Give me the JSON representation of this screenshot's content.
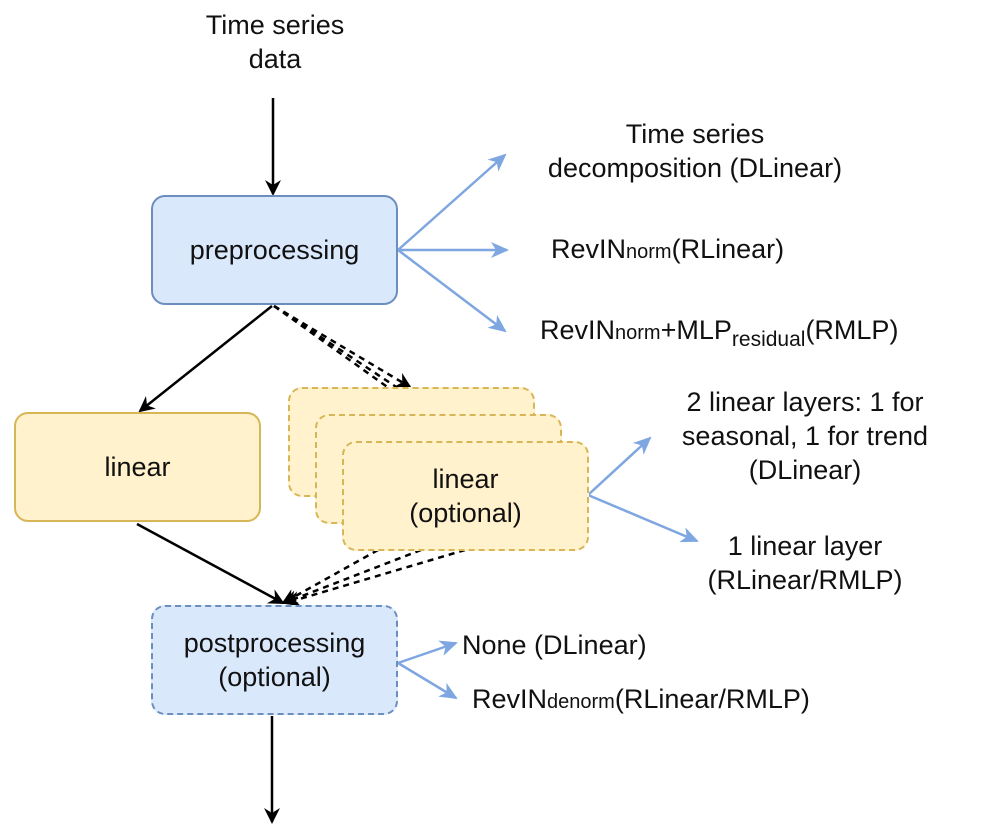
{
  "input": {
    "line1": "Time series",
    "line2": "data"
  },
  "boxes": {
    "preprocessing": "preprocessing",
    "linear": "linear",
    "linear_optional_1": "linear",
    "linear_optional_2": "(optional)",
    "postprocessing_1": "postprocessing",
    "postprocessing_2": "(optional)"
  },
  "preprocessing_options": {
    "decomp_line1": "Time series",
    "decomp_line2": "decomposition (DLinear)",
    "revin_base": "RevIN",
    "revin_sub": "norm",
    "revin_tail": "(RLinear)",
    "rmlp_base": "RevIN",
    "rmlp_sub": "norm",
    "rmlp_mid": "+MLP",
    "rmlp_sub2": "residual",
    "rmlp_tail": "(RMLP)"
  },
  "linear_options": {
    "two_line1": "2 linear layers: 1 for",
    "two_line2": "seasonal, 1 for trend",
    "two_line3": "(DLinear)",
    "one_line1": "1 linear layer",
    "one_line2": "(RLinear/RMLP)"
  },
  "postprocessing_options": {
    "none": "None (DLinear)",
    "revin_base": "RevIN",
    "revin_sub": "denorm",
    "revin_tail": "(RLinear/RMLP)"
  },
  "colors": {
    "blue_fill": "#dae8fc",
    "blue_border": "#6c8ebf",
    "yellow_fill": "#fff2cc",
    "yellow_border": "#d6b656",
    "option_arrow": "#7ea6e0",
    "flow_arrow": "#000000"
  }
}
